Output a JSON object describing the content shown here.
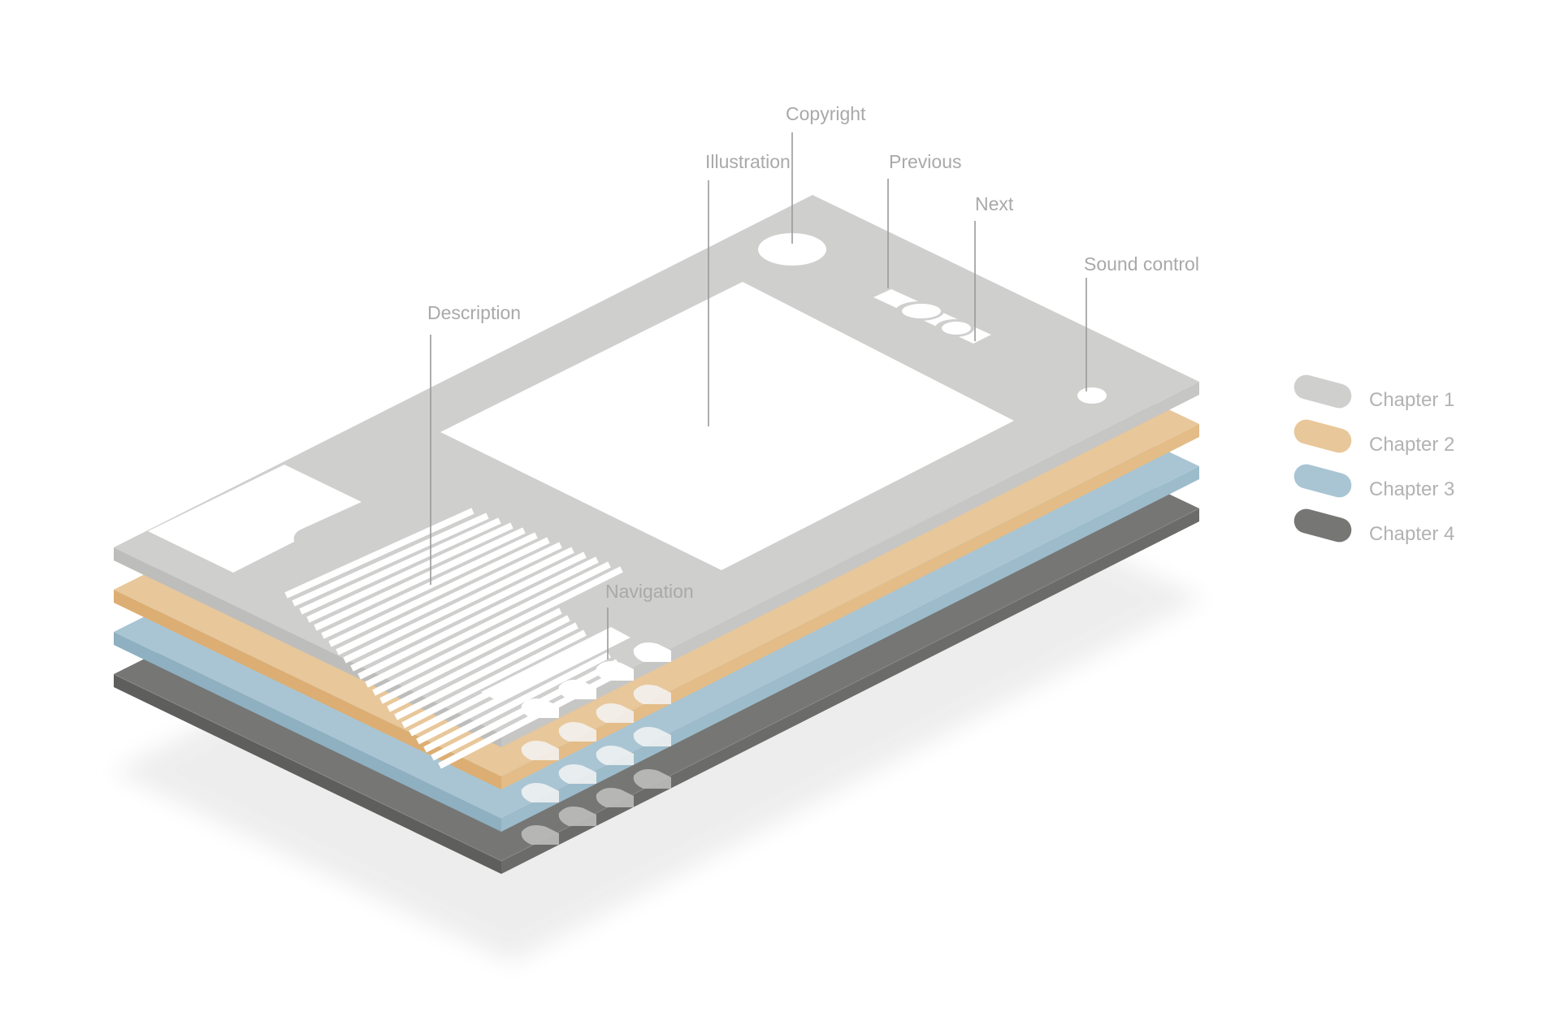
{
  "callouts": {
    "copyright": "Copyright",
    "illustration": "Illustration",
    "previous": "Previous",
    "next": "Next",
    "sound_control": "Sound control",
    "description": "Description",
    "navigation": "Navigation"
  },
  "legend": [
    {
      "label": "Chapter 1",
      "color": "#cfcfce"
    },
    {
      "label": "Chapter 2",
      "color": "#e8c79a"
    },
    {
      "label": "Chapter 3",
      "color": "#a9c5d3"
    },
    {
      "label": "Chapter 4",
      "color": "#767675"
    }
  ],
  "colors": {
    "layer_1": "#cfcfce",
    "layer_2": "#e8c79a",
    "layer_3": "#a9c5d3",
    "layer_4": "#767675",
    "cutout": "#ffffff",
    "shadow": "#ececec",
    "label_text": "#a9a9a9"
  }
}
